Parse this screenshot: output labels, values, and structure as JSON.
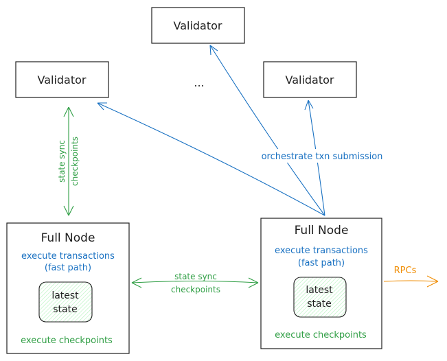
{
  "validators": {
    "top": "Validator",
    "left": "Validator",
    "right": "Validator",
    "ellipsis": "..."
  },
  "labels": {
    "orchestrate": "orchestrate txn submission",
    "state_sync_vertical_1": "state sync",
    "state_sync_vertical_2": "checkpoints",
    "state_sync_horizontal_1": "state sync",
    "state_sync_horizontal_2": "checkpoints",
    "rpcs": "RPCs"
  },
  "full_node_left": {
    "title": "Full Node",
    "exec_line1": "execute transactions",
    "exec_line2": "(fast path)",
    "state_line1": "latest",
    "state_line2": "state",
    "checkpoints": "execute checkpoints"
  },
  "full_node_right": {
    "title": "Full Node",
    "exec_line1": "execute transactions",
    "exec_line2": "(fast path)",
    "state_line1": "latest",
    "state_line2": "state",
    "checkpoints": "execute checkpoints"
  },
  "colors": {
    "ink": "#1e1e1e",
    "blue": "#1971c2",
    "green": "#2f9e44",
    "orange": "#f08c00",
    "state_fill": "#ebfbee"
  }
}
